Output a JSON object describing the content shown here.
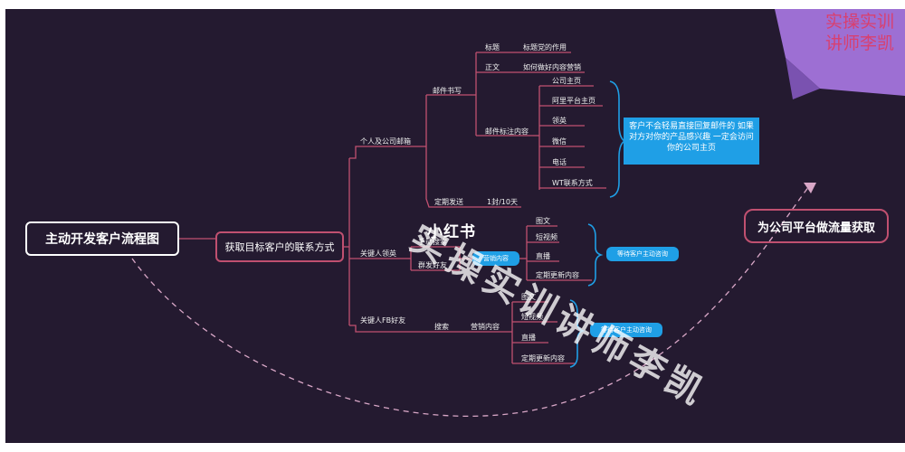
{
  "root": "主动开发客户流程图",
  "branch": "获取目标客户的联系方式",
  "goal": "为公司平台做流量获取",
  "email": {
    "label": "个人及公司邮箱",
    "writing": "邮件书写",
    "title": "标题",
    "title_note": "标题党的作用",
    "body": "正文",
    "body_note": "如何做好内容营销",
    "signature": "邮件标注内容",
    "signature_items": [
      "公司主页",
      "阿里平台主页",
      "领英",
      "微信",
      "电话",
      "WT联系方式"
    ],
    "schedule": "定期发送",
    "frequency": "1封/10天",
    "callout": "客户不会轻易直接回复邮件的 如果对方对你的产品感兴趣 一定会访问你的公司主页"
  },
  "xiaohongshu": {
    "brand": "小红书",
    "label": "关键人领英",
    "search": "手动搜索",
    "mass": "群发好友",
    "content": "营销内容",
    "items": [
      "图文",
      "短视频",
      "直播",
      "定期更新内容"
    ],
    "wait": "等待客户主动咨询"
  },
  "facebook": {
    "label": "关键人FB好友",
    "search": "搜索",
    "content": "营销内容",
    "items": [
      "图文",
      "短视频",
      "直播",
      "定期更新内容"
    ],
    "wait": "等待客户主动咨询"
  },
  "watermark": "实操实训讲师李凯",
  "corner_mark": [
    "实操实训",
    "讲师李凯"
  ],
  "colors": {
    "background": "#241a30",
    "connector": "#c05070",
    "bracket": "#1f9fe6",
    "accent": "#1f9fe6",
    "corner_shape": "#9d6fd3"
  }
}
